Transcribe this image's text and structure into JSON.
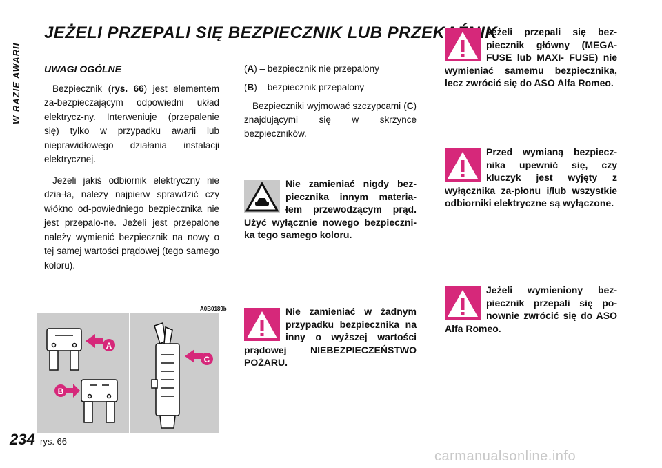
{
  "section_label": "W RAZIE AWARII",
  "page_number": "234",
  "title": "JEŻELI PRZEPALI SIĘ BEZPIECZNIK LUB PRZEKAŹNIK",
  "general": {
    "heading": "UWAGI OGÓLNE",
    "p1_a": "Bezpiecznik (",
    "p1_ref": "rys. 66",
    "p1_b": ") jest elementem za-bezpieczającym odpowiedni układ elektrycz-ny. Interweniuje (przepalenie się) tylko w przypadku awarii lub nieprawidłowego działania instalacji elektrycznej.",
    "p2": "Jeżeli jakiś odbiornik elektryczny nie dzia-ła, należy najpierw sprawdzić czy włókno od-powiedniego bezpiecznika nie jest przepalo-ne. Jeżeli jest przepalone należy wymienić bezpiecznik na nowy o tej samej wartości prądowej (tego samego koloru)."
  },
  "legend": {
    "a_letter": "A",
    "a_text": " – bezpiecznik nie przepalony",
    "b_letter": "B",
    "b_text": " – bezpiecznik przepalony",
    "c_pre": "Bezpieczniki wyjmować szczypcami (",
    "c_letter": "C",
    "c_post": ") znajdującymi się w skrzynce bezpieczników."
  },
  "warnings": {
    "car_warning": "Nie zamieniać nigdy bez-piecznika innym materia-łem przewodzącym prąd. Użyć wyłącznie nowego bezpieczni-ka tego samego koloru.",
    "fire_warning": "Nie zamieniać w żadnym przypadku bezpiecznika na inny o wyższej wartości prądowej NIEBEZPIECZEŃSTWO POŻARU.",
    "main_fuse_warning": "Jeżeli przepali się bez-piecznik główny (MEGA-FUSE lub MAXI- FUSE) nie wymieniać samemu bezpiecznika, lecz zwrócić się do ASO Alfa Romeo.",
    "key_warning": "Przed wymianą bezpiecz-nika upewnić się, czy kluczyk jest wyjęty z wyłącznika za-płonu i/lub wszystkie odbiorniki elektryczne są wyłączone.",
    "repeat_warning": "Jeżeli wymieniony bez-piecznik przepali się po-nownie zwrócić się do ASO Alfa Romeo."
  },
  "figure": {
    "code": "A0B0189b",
    "caption": "rys. 66",
    "label_a": "A",
    "label_b": "B",
    "label_c": "C"
  },
  "watermark": "carmanualsonline.info",
  "colors": {
    "warning_pink": "#d6287a",
    "figure_gray": "#cccccc"
  }
}
